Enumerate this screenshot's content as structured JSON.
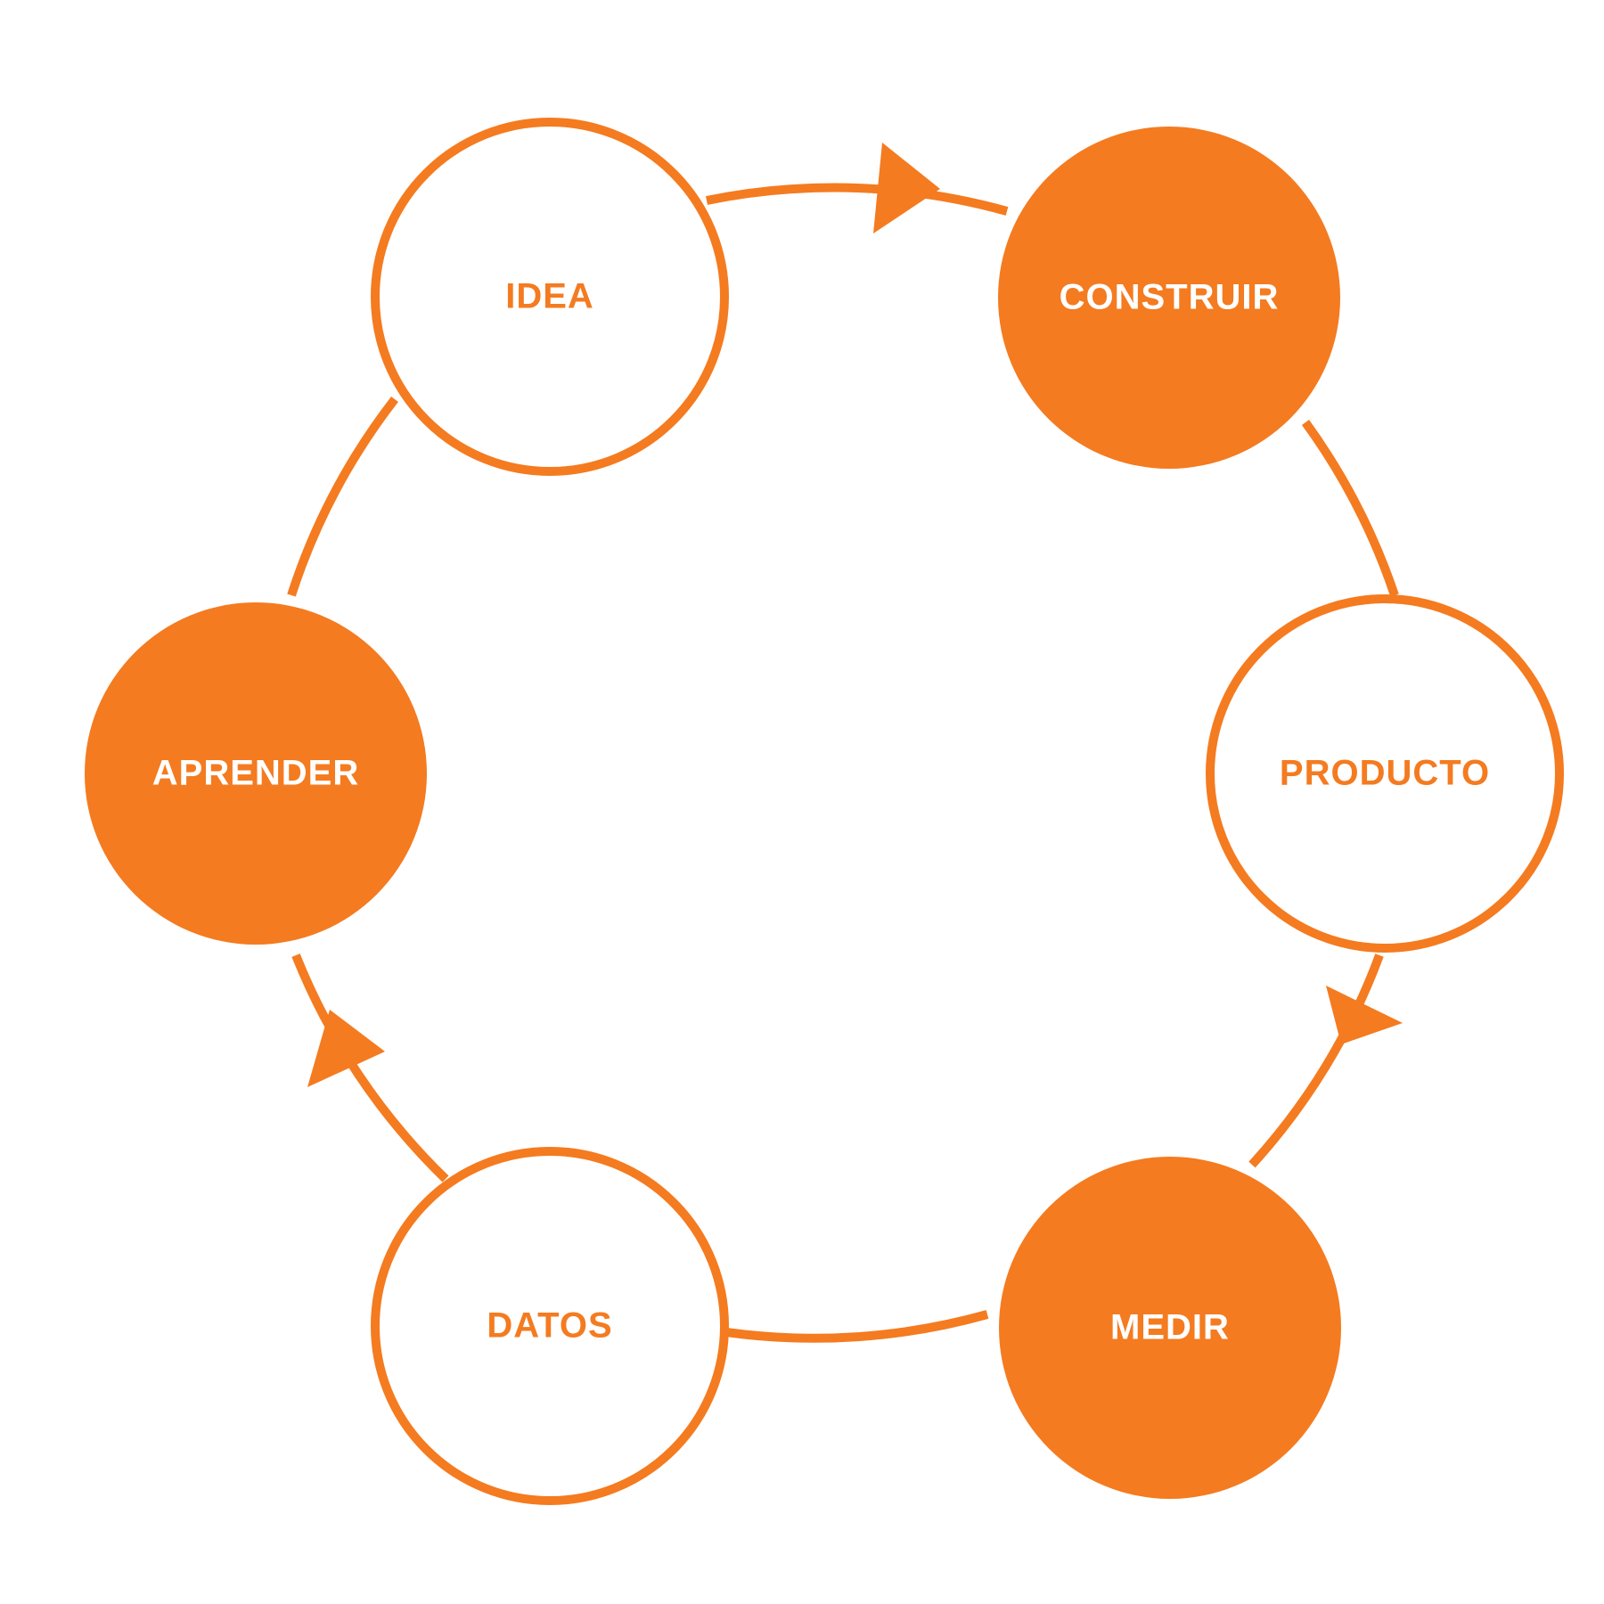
{
  "colors": {
    "accent": "#F47B20",
    "background": "#FFFFFF"
  },
  "nodes": [
    {
      "id": "idea",
      "label": "IDEA",
      "style": "outline"
    },
    {
      "id": "construir",
      "label": "CONSTRUIR",
      "style": "filled"
    },
    {
      "id": "producto",
      "label": "PRODUCTO",
      "style": "outline"
    },
    {
      "id": "medir",
      "label": "MEDIR",
      "style": "filled"
    },
    {
      "id": "datos",
      "label": "DATOS",
      "style": "outline"
    },
    {
      "id": "aprender",
      "label": "APRENDER",
      "style": "filled"
    }
  ],
  "flow": {
    "direction": "clockwise",
    "arrows": [
      "idea-to-construir",
      "producto-to-medir",
      "datos-to-aprender"
    ]
  }
}
